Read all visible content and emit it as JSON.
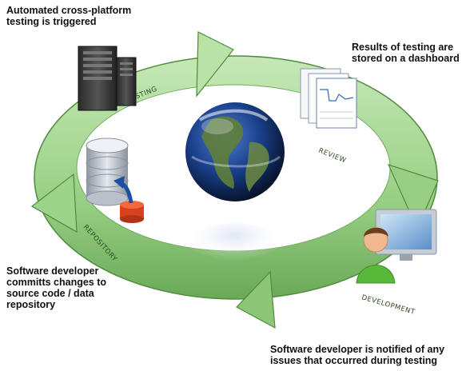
{
  "captions": {
    "trigger": "Automated cross-platform\ntesting is triggered",
    "dashboard": "Results of testing are\nstored on a dashboard",
    "commit": "Software developer\ncommitts changes to\nsource code / data\nrepository",
    "notify": "Software developer is notified of any\nissues that occurred during testing"
  },
  "stages": {
    "testing": "TESTING",
    "review": "REVIEW",
    "development": "DEVELOPMENT",
    "repository": "REPOSITORY"
  },
  "colors": {
    "ring": "#9ed38a",
    "ring_dark": "#5e9e4c",
    "ocean": "#1a3f8a",
    "land": "#5f7f3a"
  }
}
